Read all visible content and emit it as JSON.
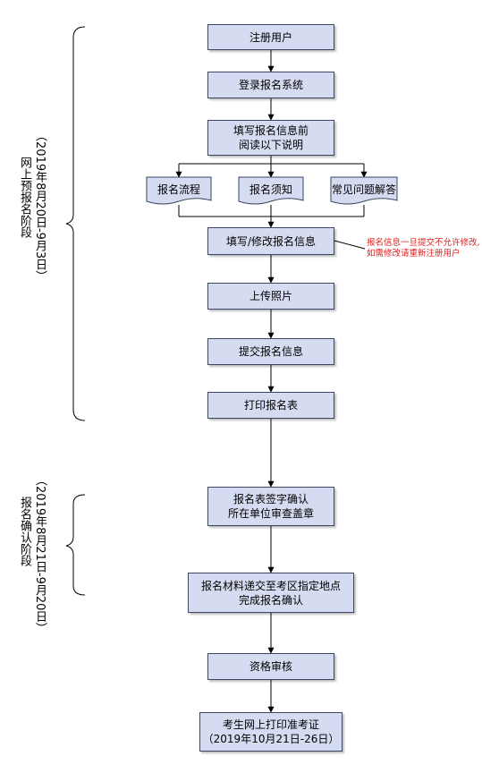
{
  "steps": {
    "register": "注册用户",
    "login": "登录报名系统",
    "read": "填写报名信息前\n阅读以下说明",
    "fill": "填写/修改报名信息",
    "photo": "上传照片",
    "submit": "提交报名信息",
    "print_form": "打印报名表",
    "sign": "报名表签字确认\n所在单位审查盖章",
    "deliver": "报名材料递交至考区指定地点\n完成报名确认",
    "review": "资格审核",
    "admit": "考生网上打印准考证\n（2019年10月21日-26日）"
  },
  "docs": {
    "process": "报名流程",
    "notice": "报名须知",
    "faq": "常见问题解答"
  },
  "note": "报名信息一旦提交不允许修改,\n如需修改请重新注册用户",
  "stages": {
    "stage1_label": "网上预报名阶段",
    "stage1_dates": "（2019年8月20日-9月3日）",
    "stage2_label": "报名确认阶段",
    "stage2_dates": "（2019年8月21日-9月20日）"
  }
}
